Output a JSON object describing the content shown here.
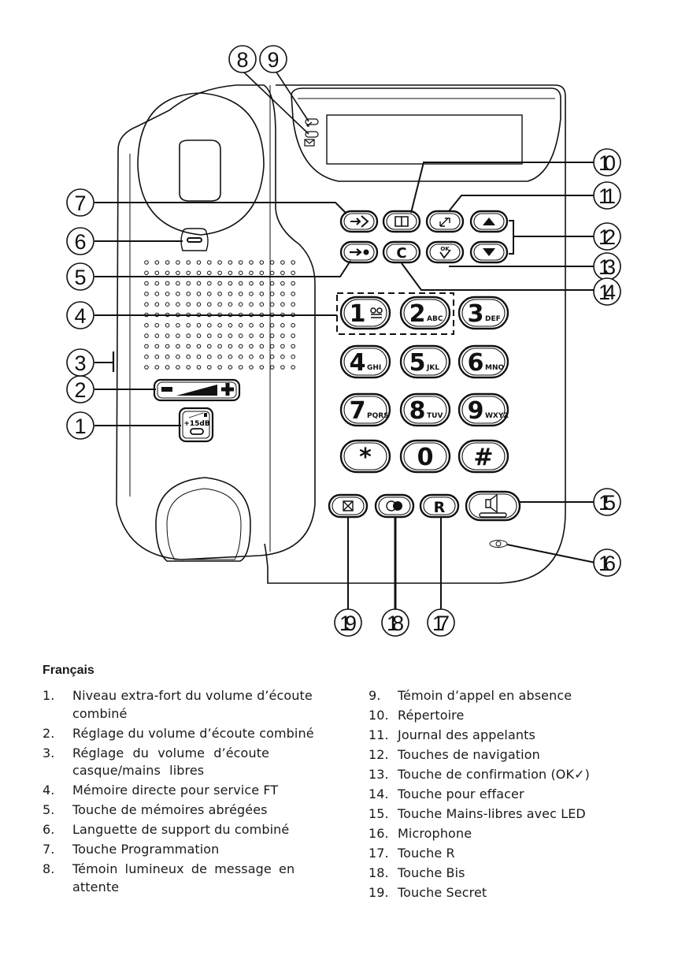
{
  "diagram": {
    "callouts": [
      "1",
      "2",
      "3",
      "4",
      "5",
      "6",
      "7",
      "8",
      "9",
      "10",
      "11",
      "12",
      "13",
      "14",
      "15",
      "16",
      "17",
      "18",
      "19"
    ],
    "keypad": [
      {
        "digit": "1",
        "letters": ""
      },
      {
        "digit": "2",
        "letters": "ABC"
      },
      {
        "digit": "3",
        "letters": "DEF"
      },
      {
        "digit": "4",
        "letters": "GHI"
      },
      {
        "digit": "5",
        "letters": "JKL"
      },
      {
        "digit": "6",
        "letters": "MNO"
      },
      {
        "digit": "7",
        "letters": "PQRS"
      },
      {
        "digit": "8",
        "letters": "TUV"
      },
      {
        "digit": "9",
        "letters": "WXYZ"
      },
      {
        "digit": "*",
        "letters": ""
      },
      {
        "digit": "0",
        "letters": ""
      },
      {
        "digit": "#",
        "letters": ""
      }
    ],
    "clear_key": "C",
    "ok_key": "OK",
    "r_key": "R",
    "boost_label": "+15dB",
    "icons": [
      "program-arrow-icon",
      "phonebook-icon",
      "caller-log-icon",
      "up-arrow-icon",
      "down-arrow-icon",
      "speed-dial-icon",
      "ok-check-icon",
      "voicemail-icon",
      "mute-icon",
      "redial-icon",
      "speaker-icon",
      "volume-ramp-icon",
      "message-envelope-icon",
      "missed-call-icon",
      "microphone-icon"
    ]
  },
  "legend": {
    "title": "Français",
    "left": [
      {
        "num": "1.",
        "text": "Niveau extra-fort du volume d’écoute combiné"
      },
      {
        "num": "2.",
        "text": "Réglage du volume d’écoute combiné"
      },
      {
        "num": "3.",
        "text": "Réglage du volume d’écoute casque/mains libres"
      },
      {
        "num": "4.",
        "text": "Mémoire directe pour service FT"
      },
      {
        "num": "5.",
        "text": "Touche de mémoires abrégées"
      },
      {
        "num": "6.",
        "text": "Languette de support du combiné"
      },
      {
        "num": "7.",
        "text": "Touche Programmation"
      },
      {
        "num": "8.",
        "text": "Témoin lumineux de message en attente"
      }
    ],
    "right": [
      {
        "num": "9.",
        "text": "Témoin d’appel en absence"
      },
      {
        "num": "10.",
        "text": "Répertoire"
      },
      {
        "num": "11.",
        "text": "Journal des appelants"
      },
      {
        "num": "12.",
        "text": "Touches de navigation"
      },
      {
        "num": "13.",
        "text": "Touche de confirmation (OK✓)"
      },
      {
        "num": "14.",
        "text": "Touche pour effacer"
      },
      {
        "num": "15.",
        "text": "Touche Mains-libres avec LED"
      },
      {
        "num": "16.",
        "text": "Microphone"
      },
      {
        "num": "17.",
        "text": "Touche R"
      },
      {
        "num": "18.",
        "text": "Touche Bis"
      },
      {
        "num": "19.",
        "text": "Touche Secret"
      }
    ]
  }
}
